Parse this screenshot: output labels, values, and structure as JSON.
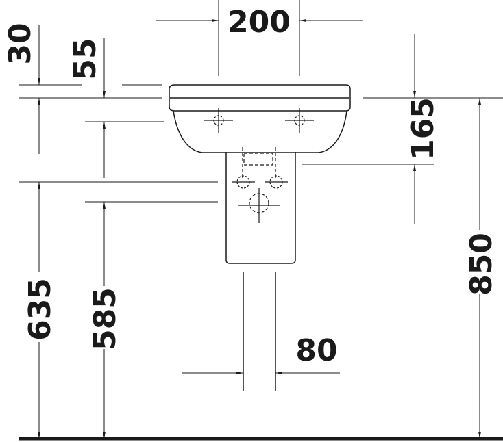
{
  "drawing": {
    "dimensions": {
      "tap_spacing": "200",
      "rim_offset": "30",
      "rim_to_overflow": "55",
      "basin_height": "165",
      "overall_height": "850",
      "waste_height_635": "635",
      "waste_height_585": "585",
      "pipe_width": "80"
    }
  }
}
